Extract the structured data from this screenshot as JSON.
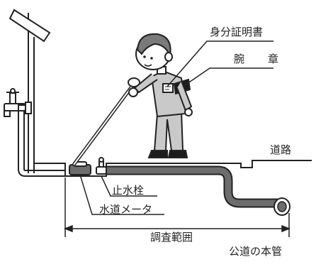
{
  "labels": {
    "id_card": "身分証明書",
    "armband": "腕　章",
    "road": "道路",
    "stop_valve": "止水栓",
    "water_meter": "水道メータ",
    "survey_range": "調査範囲",
    "main_pipe": "公道の本管"
  },
  "colors": {
    "line": "#222222",
    "pipe_fill": "#6d6d6d",
    "uniform": "#c9c9c9",
    "armband": "#1b1b1b"
  },
  "icons": [
    "faucet-icon",
    "water-meter-icon",
    "stop-valve-icon",
    "listening-rod-icon",
    "inspector-figure"
  ]
}
